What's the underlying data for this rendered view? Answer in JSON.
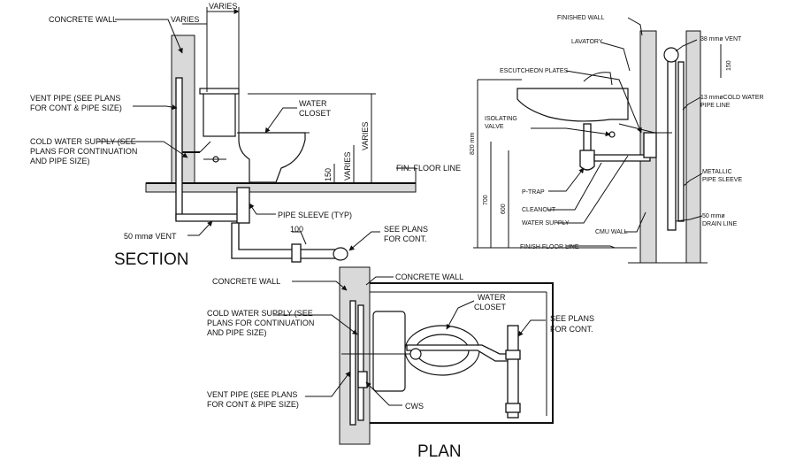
{
  "section": {
    "title": "SECTION",
    "labels": {
      "concrete_wall": "CONCRETE WALL",
      "varies_top_a": "VARIES",
      "varies_top_b": "VARIES",
      "vent_pipe_1": "VENT PIPE (SEE PLANS",
      "vent_pipe_2": "FOR CONT & PIPE SIZE)",
      "cws_1": "COLD WATER SUPPLY (SEE",
      "cws_2": "PLANS FOR CONTINUATION",
      "cws_3": "AND PIPE SIZE)",
      "wc_1": "WATER",
      "wc_2": "CLOSET",
      "varies_right": "VARIES",
      "varies_mid": "VARIES",
      "dim_150": "150",
      "fin_floor": "FIN. FLOOR LINE",
      "pipe_sleeve": "PIPE SLEEVE (TYP)",
      "vent_50": "50 mmø VENT",
      "dim_100": "100",
      "see_plans_1": "SEE PLANS",
      "see_plans_2": "FOR CONT."
    }
  },
  "lavatory": {
    "labels": {
      "finished_wall": "FINISHED WALL",
      "lavatory": "LAVATORY",
      "escutcheon": "ESCUTCHEON PLATES",
      "vent_38": "38 mmø VENT",
      "dim_150": "150",
      "cold_water_1": "13 mmøCOLD WATER",
      "cold_water_2": "PIPE LINE",
      "isolating_1": "ISOLATING",
      "isolating_2": "VALVE",
      "dim_820": "820 mm",
      "dim_700": "700",
      "dim_600": "600",
      "p_trap": "P-TRAP",
      "cleanout": "CLEANOUT",
      "water_supply": "WATER SUPPLY",
      "cmu_wall": "CMU WALL",
      "metallic_1": "METALLIC",
      "metallic_2": "PIPE SLEEVE",
      "drain_1": "50 mmø",
      "drain_2": "DRAIN LINE",
      "finish_floor": "FINISH FLOOR LINE"
    }
  },
  "plan": {
    "title": "PLAN",
    "labels": {
      "concrete_wall_left": "CONCRETE WALL",
      "concrete_wall_top": "CONCRETE WALL",
      "wc_1": "WATER",
      "wc_2": "CLOSET",
      "cws_1": "COLD WATER SUPPLY (SEE",
      "cws_2": "PLANS FOR CONTINUATION",
      "cws_3": "AND PIPE SIZE)",
      "see_plans_1": "SEE PLANS",
      "see_plans_2": "FOR CONT.",
      "vent_1": "VENT PIPE (SEE PLANS",
      "vent_2": "FOR CONT & PIPE SIZE)",
      "cws": "CWS"
    }
  }
}
